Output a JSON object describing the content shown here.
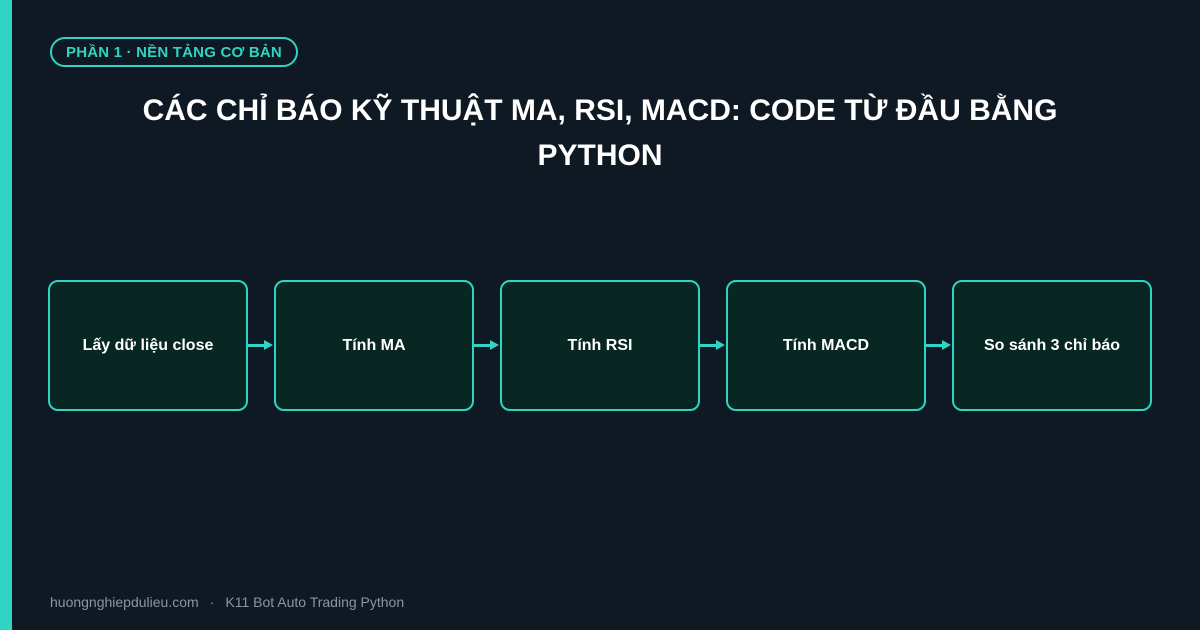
{
  "badge": {
    "label": "PHẦN 1 · NỀN TẢNG CƠ BẢN"
  },
  "title": {
    "text": "CÁC CHỈ BÁO KỸ THUẬT MA, RSI, MACD: CODE TỪ ĐẦU BẰNG PYTHON"
  },
  "flow": {
    "steps": [
      {
        "label": "Lấy dữ liệu close"
      },
      {
        "label": "Tính MA"
      },
      {
        "label": "Tính RSI"
      },
      {
        "label": "Tính MACD"
      },
      {
        "label": "So sánh 3 chỉ báo"
      }
    ]
  },
  "footer": {
    "site": "huongnghiepdulieu.com",
    "separator": "·",
    "course": "K11 Bot Auto Trading Python"
  },
  "colors": {
    "accent": "#2fd4c3",
    "background": "#0f1923",
    "node_fill": "#082622"
  }
}
